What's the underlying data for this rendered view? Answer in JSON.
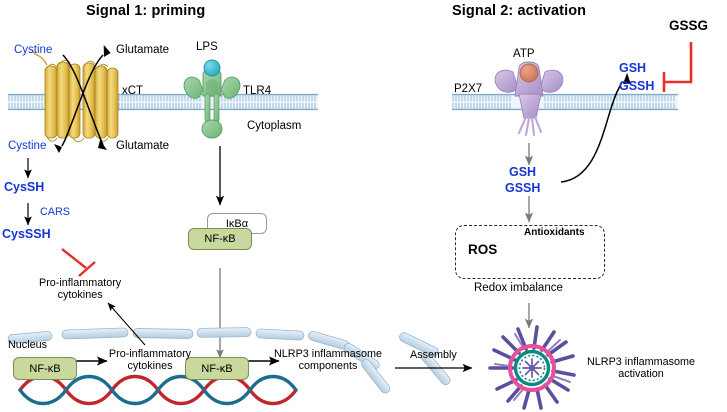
{
  "figure": {
    "panels": [
      {
        "id": "signal1",
        "title": "Signal 1: priming"
      },
      {
        "id": "signal2",
        "title": "Signal 2: activation"
      }
    ]
  },
  "colors": {
    "blue_text": "#1436d6",
    "red_inhibit": "#e8302a",
    "membrane": "#8fb8d8",
    "xct_gold": "#e8c75a",
    "tlr4_green": "#8fc894",
    "lps_cyan": "#3bbcd4",
    "p2x7_purple": "#c3aed6",
    "atp_salmon": "#d98a72",
    "nfkb_green": "#c9d89d",
    "dna_red": "#c0272d",
    "dna_blue": "#1d6e8c",
    "organelle_blue": "#cfe0ee",
    "inflammasome_pink": "#e8509b",
    "inflammasome_teal": "#0f8a83",
    "inflammasome_purple": "#6b5aa8",
    "arrow_black": "#000000",
    "arrow_gray": "#7a7a7a"
  },
  "signal1": {
    "title": "Signal 1: priming",
    "cystine_out": "Cystine",
    "cystine_in": "Cystine",
    "glutamate_out": "Glutamate",
    "glutamate_in": "Glutamate",
    "transporter": "xCT",
    "lps": "LPS",
    "tlr4": "TLR4",
    "cytoplasm": "Cytoplasm",
    "cyssh": "CysSH",
    "cars": "CARS",
    "cyssseh": "CysSSH",
    "proinflam_top": "Pro-inflammatory",
    "proinflam_top2": "cytokines",
    "ikba": "IκBα",
    "nfkb_cyto": "NF-κB",
    "nucleus": "Nucleus",
    "nfkb_nuc1": "NF-κB",
    "nfkb_nuc2": "NF-κB",
    "proinflam_nuc1": "Pro-inflammatory",
    "proinflam_nuc2": "cytokines",
    "nlrp3_comp1": "NLRP3 inflammasome",
    "nlrp3_comp2": "components"
  },
  "signal2": {
    "title": "Signal 2: activation",
    "atp": "ATP",
    "p2x7": "P2X7",
    "gssg": "GSSG",
    "gsh_out": "GSH",
    "gssh_out": "GSSH",
    "gsh_in": "GSH",
    "gssh_in": "GSSH",
    "ros": "ROS",
    "antioxidants": "Antioxidants",
    "redox": "Redox imbalance",
    "assembly": "Assembly",
    "activation1": "NLRP3 inflammasome",
    "activation2": "activation"
  }
}
